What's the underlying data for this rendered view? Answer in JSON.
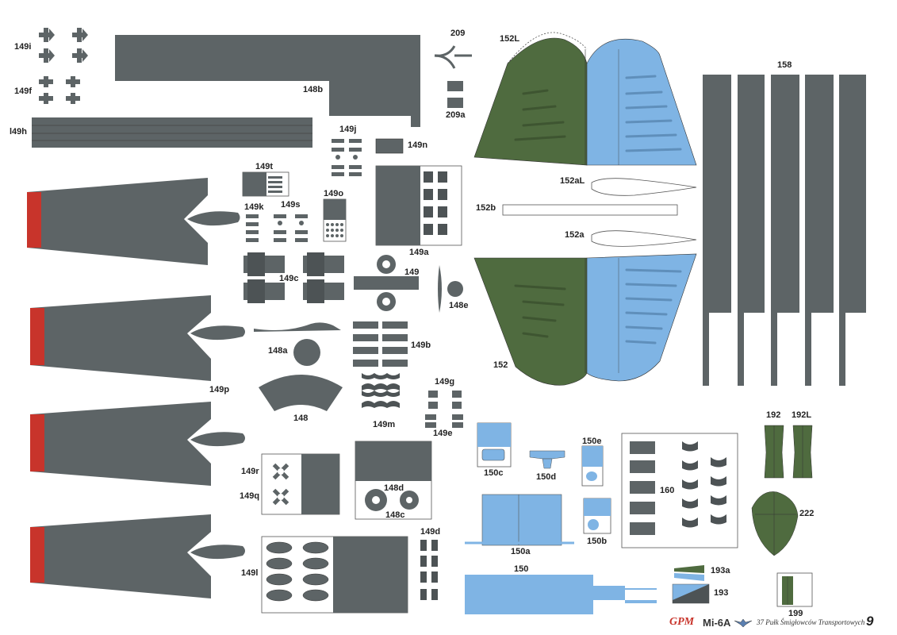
{
  "sheet": {
    "colors": {
      "gray": "#5d6466",
      "dark_gray": "#4d5355",
      "blue": "#7fb4e4",
      "green": "#4f6b3f",
      "red": "#c8342b",
      "outline": "#333333"
    },
    "labels": [
      {
        "id": "p149i",
        "text": "149i"
      },
      {
        "id": "p149f",
        "text": "149f"
      },
      {
        "id": "p149h",
        "text": "l49h"
      },
      {
        "id": "p148b",
        "text": "148b"
      },
      {
        "id": "p209",
        "text": "209"
      },
      {
        "id": "p209a",
        "text": "209a"
      },
      {
        "id": "p152L",
        "text": "152L"
      },
      {
        "id": "p158",
        "text": "158"
      },
      {
        "id": "p149j",
        "text": "149j"
      },
      {
        "id": "p149n",
        "text": "149n"
      },
      {
        "id": "p149t",
        "text": "149t"
      },
      {
        "id": "p149o",
        "text": "149o"
      },
      {
        "id": "p149k",
        "text": "149k"
      },
      {
        "id": "p149s",
        "text": "149s"
      },
      {
        "id": "p152aL",
        "text": "152aL"
      },
      {
        "id": "p152b",
        "text": "152b"
      },
      {
        "id": "p152a",
        "text": "152a"
      },
      {
        "id": "p149a",
        "text": "149a"
      },
      {
        "id": "p149c",
        "text": "149c"
      },
      {
        "id": "p149",
        "text": "149"
      },
      {
        "id": "p148e",
        "text": "148e"
      },
      {
        "id": "p149b",
        "text": "149b"
      },
      {
        "id": "p148a",
        "text": "148a"
      },
      {
        "id": "p152",
        "text": "152"
      },
      {
        "id": "p149p",
        "text": "149p"
      },
      {
        "id": "p148",
        "text": "148"
      },
      {
        "id": "p149m",
        "text": "149m"
      },
      {
        "id": "p149g",
        "text": "149g"
      },
      {
        "id": "p149e",
        "text": "149e"
      },
      {
        "id": "p192",
        "text": "192"
      },
      {
        "id": "p192L",
        "text": "192L"
      },
      {
        "id": "p150e",
        "text": "150e"
      },
      {
        "id": "p150c",
        "text": "150c"
      },
      {
        "id": "p150d",
        "text": "150d"
      },
      {
        "id": "p149r",
        "text": "149r"
      },
      {
        "id": "p149q",
        "text": "149q"
      },
      {
        "id": "p148d",
        "text": "148d"
      },
      {
        "id": "p148c",
        "text": "148c"
      },
      {
        "id": "p160",
        "text": "160"
      },
      {
        "id": "p222",
        "text": "222"
      },
      {
        "id": "p150a",
        "text": "150a"
      },
      {
        "id": "p150b",
        "text": "150b"
      },
      {
        "id": "p149d",
        "text": "149d"
      },
      {
        "id": "p149l",
        "text": "149l"
      },
      {
        "id": "p150",
        "text": "150"
      },
      {
        "id": "p193a",
        "text": "193a"
      },
      {
        "id": "p193",
        "text": "193"
      },
      {
        "id": "p199",
        "text": "199"
      }
    ]
  },
  "footer": {
    "brand": "GPM",
    "model": "Mi-6A",
    "unit": "37 Pułk Śmigłowców Transportowych",
    "page_number": "9"
  }
}
